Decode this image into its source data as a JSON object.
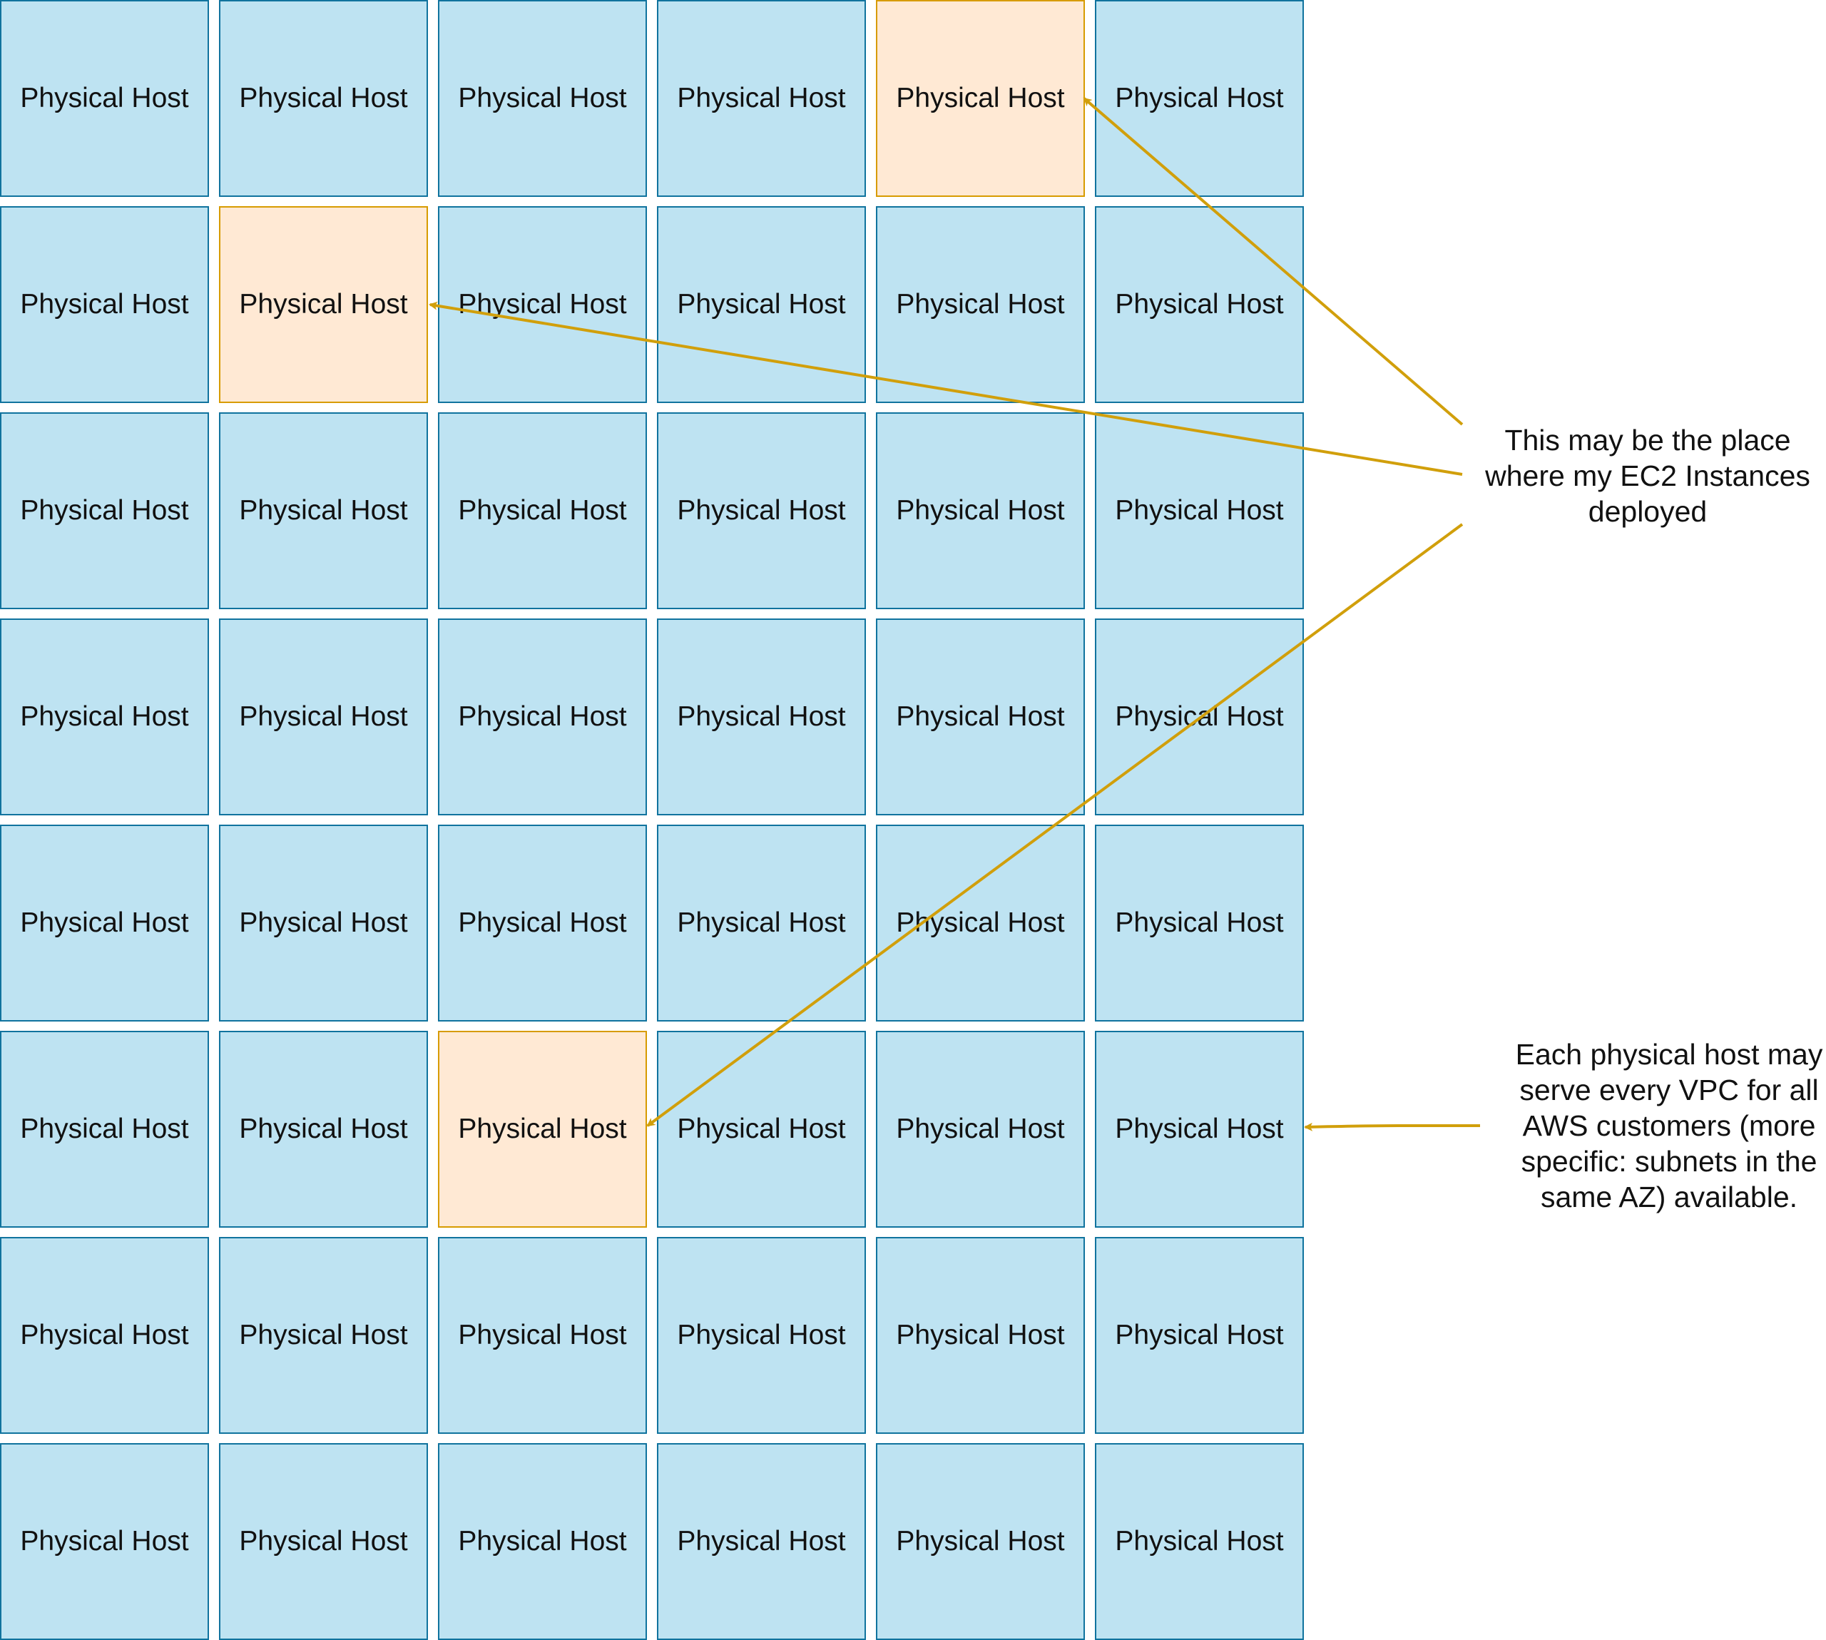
{
  "diagram": {
    "rows": 8,
    "columns": 6,
    "host_label": "Physical Host",
    "highlighted_hosts": [
      {
        "row": 0,
        "col": 4
      },
      {
        "row": 1,
        "col": 1
      },
      {
        "row": 5,
        "col": 2
      }
    ],
    "colors": {
      "host_fill": "#bee3f2",
      "host_border": "#10739e",
      "highlight_fill": "#ffe9d4",
      "highlight_border": "#d79b00",
      "arrow": "#d19f0b"
    }
  },
  "annotations": {
    "ec2_note": "This may be the place where my EC2 Instances deployed",
    "vpc_note": "Each physical host may serve every VPC for all AWS customers (more specific: subnets in the same AZ) available."
  }
}
